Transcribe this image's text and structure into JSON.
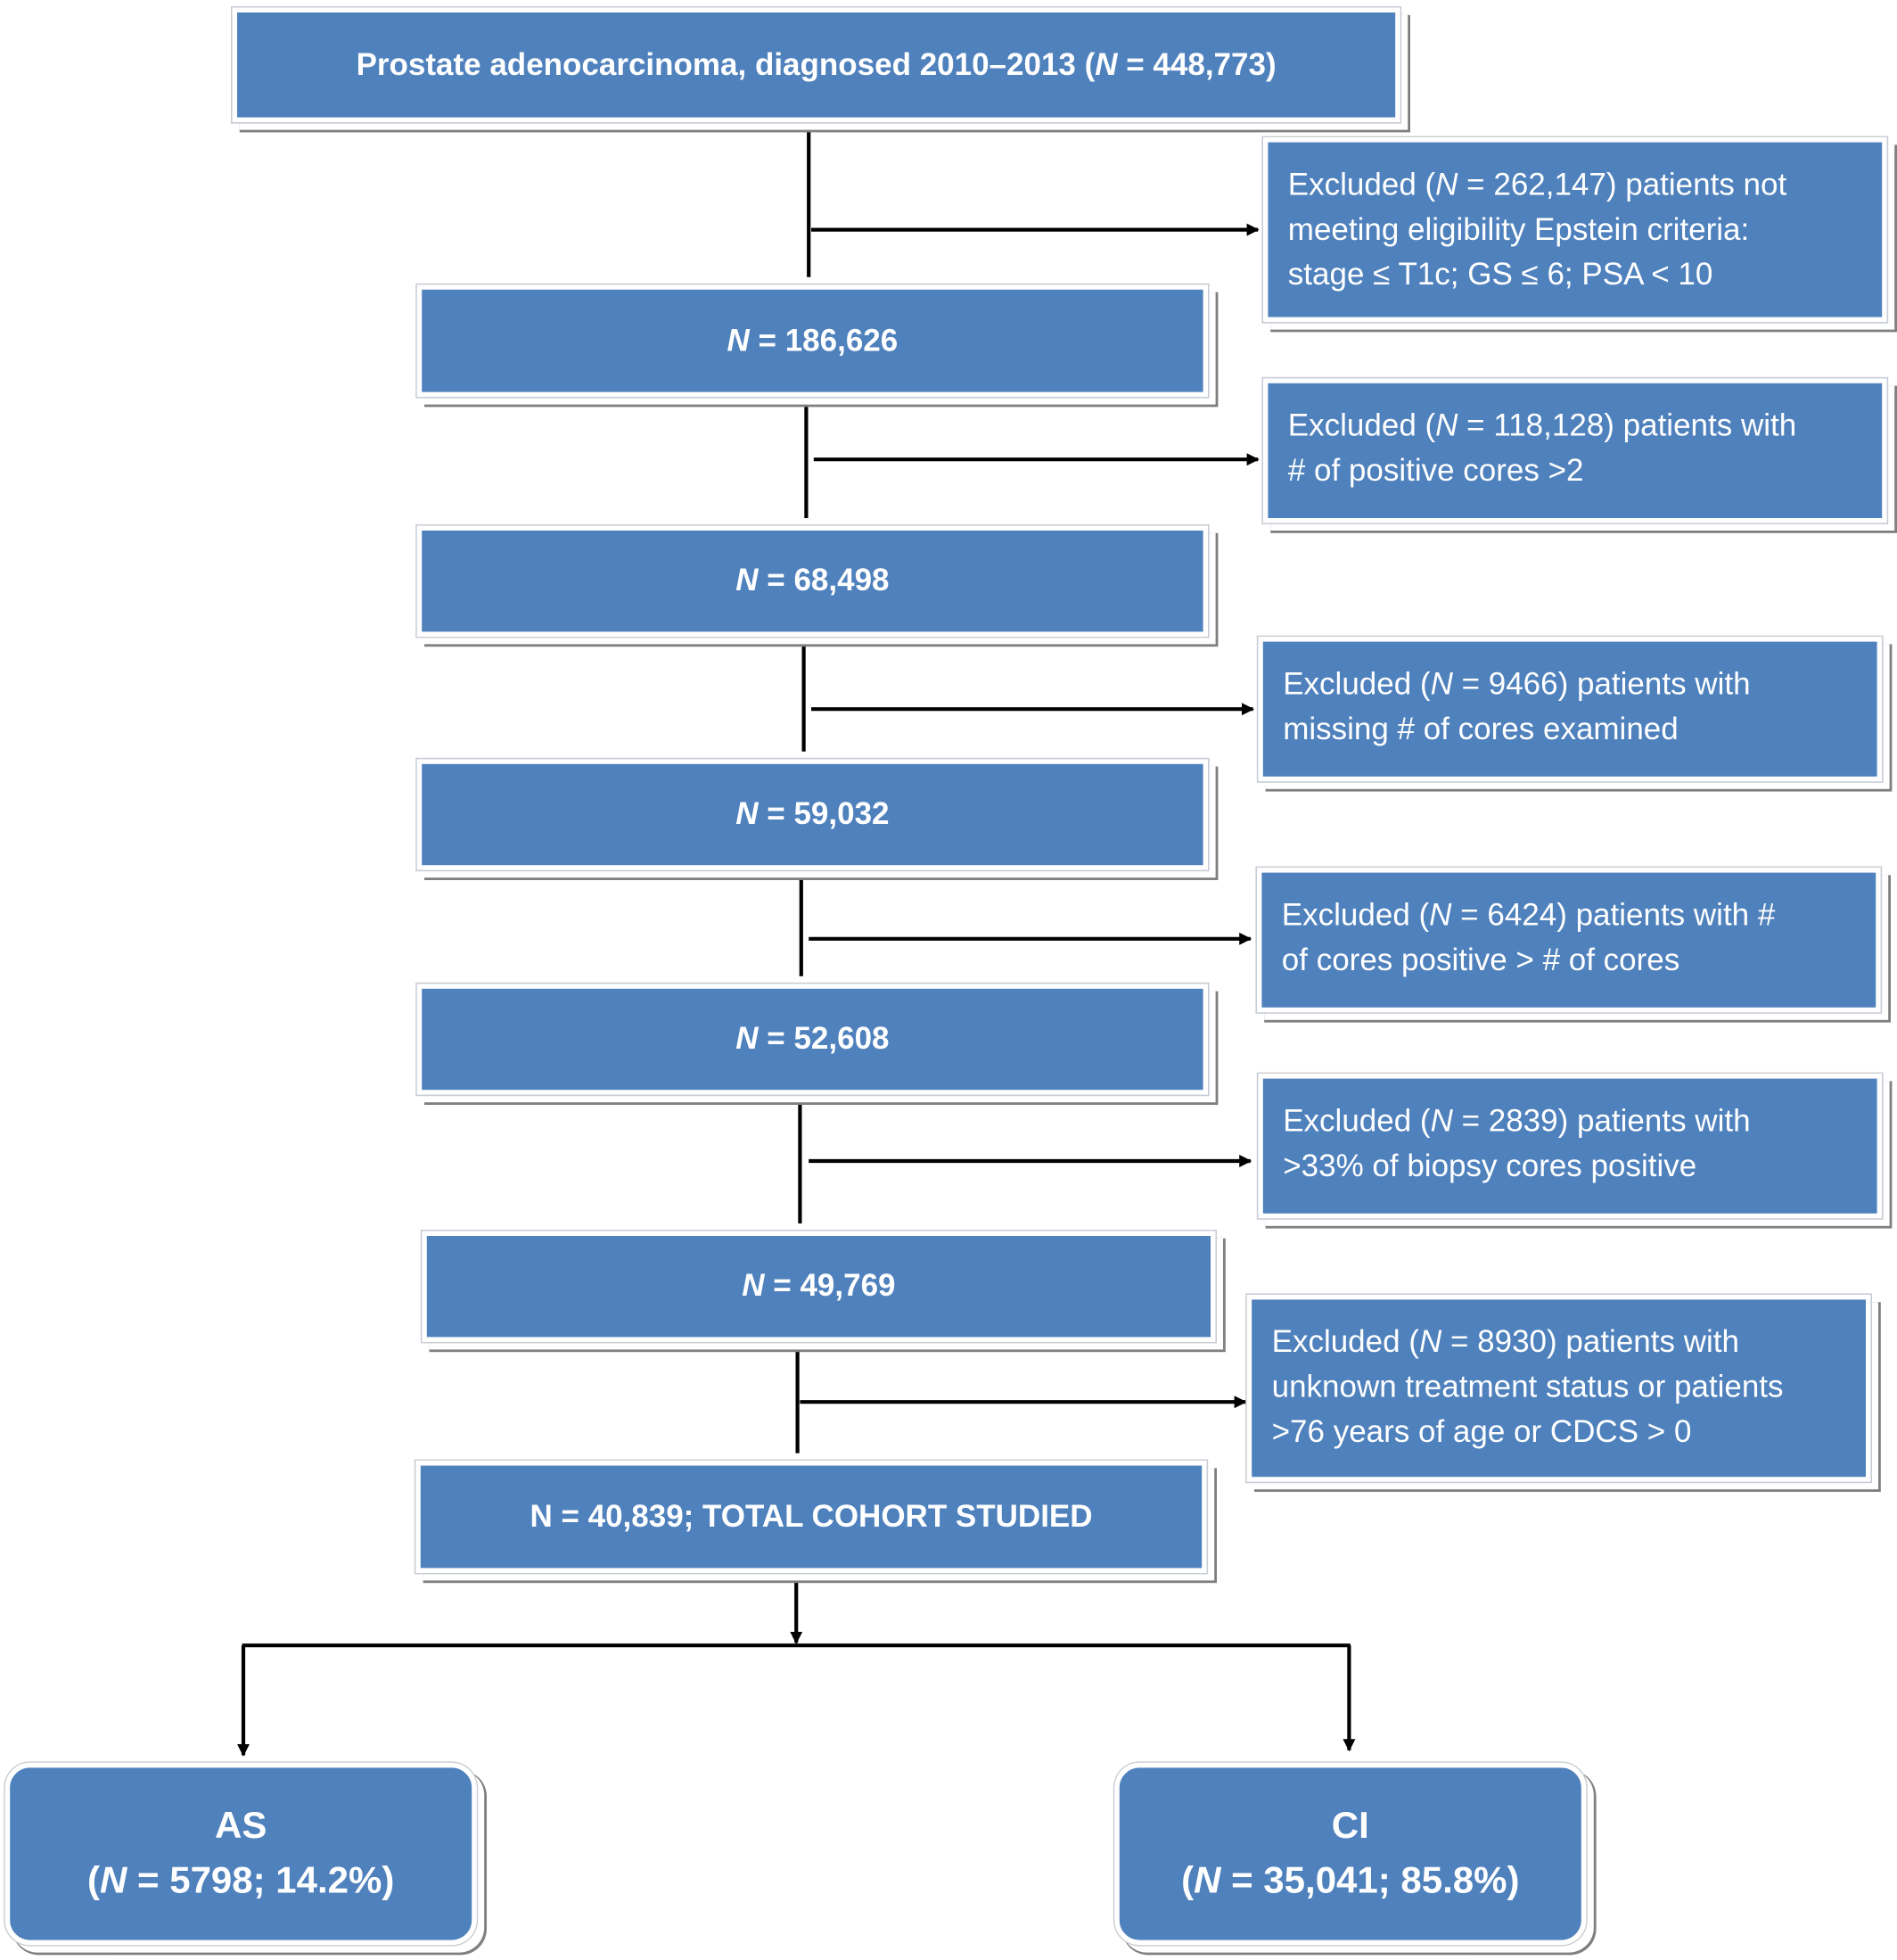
{
  "top_box": {
    "pre": "Prostate adenocarcinoma, diagnosed 2010–2013 (",
    "n": "N",
    "post": " = 448,773)"
  },
  "steps": [
    {
      "n": "N",
      "value": " = 186,626"
    },
    {
      "n": "N",
      "value": " = 68,498"
    },
    {
      "n": "N",
      "value": " = 59,032"
    },
    {
      "n": "N",
      "value": " = 52,608"
    },
    {
      "n": "N",
      "value": " = 49,769"
    }
  ],
  "total_box": {
    "text": "N = 40,839; TOTAL COHORT STUDIED"
  },
  "exclusions": [
    {
      "pre": "Excluded (",
      "n": "N",
      "post": " = 262,147) patients not",
      "line2": "meeting eligibility Epstein criteria:",
      "line3": "stage ≤ T1c; GS ≤ 6; PSA < 10"
    },
    {
      "pre": "Excluded (",
      "n": "N",
      "post": " = 118,128) patients with",
      "line2": "# of positive cores >2",
      "line3": ""
    },
    {
      "pre": "Excluded (",
      "n": "N",
      "post": " = 9466) patients with",
      "line2": "missing # of cores examined",
      "line3": ""
    },
    {
      "pre": "Excluded (",
      "n": "N",
      "post": " = 6424) patients with #",
      "line2": "of cores positive > # of cores",
      "line3": ""
    },
    {
      "pre": "Excluded (",
      "n": "N",
      "post": " = 2839) patients with",
      "line2": ">33% of biopsy cores positive",
      "line3": ""
    },
    {
      "pre": "Excluded (",
      "n": "N",
      "post": " = 8930) patients with",
      "line2": "unknown treatment status or patients",
      "line3": ">76 years of age or CDCS > 0"
    }
  ],
  "outcomes": [
    {
      "label": "AS",
      "pre": "(",
      "n": "N",
      "post": " = 5798; 14.2%)"
    },
    {
      "label": "CI",
      "pre": "(",
      "n": "N",
      "post": " = 35,041; 85.8%)"
    }
  ],
  "colors": {
    "box_fill": "#4f81bd",
    "text": "#ffffff",
    "line": "#000000"
  }
}
